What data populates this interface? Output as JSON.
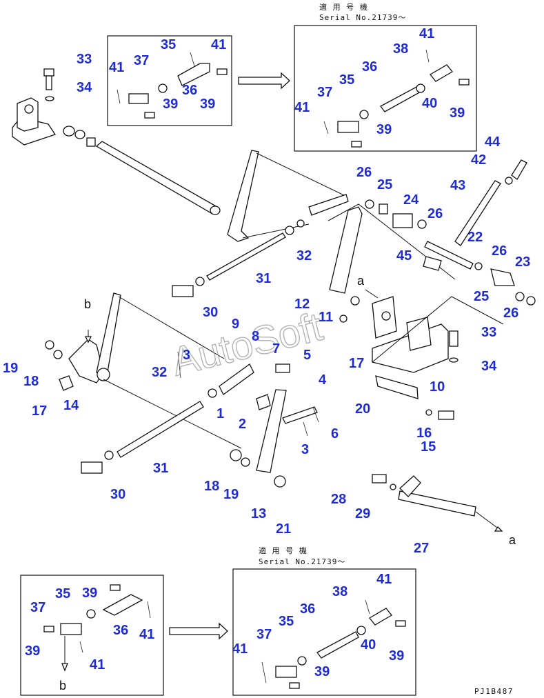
{
  "diagram": {
    "serial_header_top": {
      "jp": "適 用 号 機",
      "serial": "Serial No.21739～"
    },
    "serial_header_bottom": {
      "jp": "適 用 号 機",
      "serial": "Serial No.21739～"
    },
    "watermark": "AutoSoft",
    "drawing_code": "PJ1B487",
    "letter_marks": [
      "a",
      "b",
      "b",
      "a"
    ],
    "callouts": [
      {
        "id": "c33a",
        "label": "33"
      },
      {
        "id": "c34a",
        "label": "34"
      },
      {
        "id": "c41a",
        "label": "41"
      },
      {
        "id": "c37a",
        "label": "37"
      },
      {
        "id": "c35a",
        "label": "35"
      },
      {
        "id": "c41b",
        "label": "41"
      },
      {
        "id": "c36a",
        "label": "36"
      },
      {
        "id": "c39a",
        "label": "39"
      },
      {
        "id": "c39b",
        "label": "39"
      },
      {
        "id": "c41c",
        "label": "41"
      },
      {
        "id": "c38a",
        "label": "38"
      },
      {
        "id": "c36b",
        "label": "36"
      },
      {
        "id": "c35b",
        "label": "35"
      },
      {
        "id": "c37b",
        "label": "37"
      },
      {
        "id": "c41d",
        "label": "41"
      },
      {
        "id": "c40a",
        "label": "40"
      },
      {
        "id": "c39c",
        "label": "39"
      },
      {
        "id": "c39d",
        "label": "39"
      },
      {
        "id": "c44",
        "label": "44"
      },
      {
        "id": "c42",
        "label": "42"
      },
      {
        "id": "c43",
        "label": "43"
      },
      {
        "id": "c26a",
        "label": "26"
      },
      {
        "id": "c25a",
        "label": "25"
      },
      {
        "id": "c24",
        "label": "24"
      },
      {
        "id": "c26b",
        "label": "26"
      },
      {
        "id": "c22",
        "label": "22"
      },
      {
        "id": "c45",
        "label": "45"
      },
      {
        "id": "c26c",
        "label": "26"
      },
      {
        "id": "c23",
        "label": "23"
      },
      {
        "id": "c25b",
        "label": "25"
      },
      {
        "id": "c26d",
        "label": "26"
      },
      {
        "id": "c32a",
        "label": "32"
      },
      {
        "id": "c31a",
        "label": "31"
      },
      {
        "id": "c30a",
        "label": "30"
      },
      {
        "id": "c12",
        "label": "12"
      },
      {
        "id": "c11",
        "label": "11"
      },
      {
        "id": "c33b",
        "label": "33"
      },
      {
        "id": "c34b",
        "label": "34"
      },
      {
        "id": "c17a",
        "label": "17"
      },
      {
        "id": "c10",
        "label": "10"
      },
      {
        "id": "c9",
        "label": "9"
      },
      {
        "id": "c8",
        "label": "8"
      },
      {
        "id": "c7",
        "label": "7"
      },
      {
        "id": "c5",
        "label": "5"
      },
      {
        "id": "c3a",
        "label": "3"
      },
      {
        "id": "c32b",
        "label": "32"
      },
      {
        "id": "c19a",
        "label": "19"
      },
      {
        "id": "c18a",
        "label": "18"
      },
      {
        "id": "c17b",
        "label": "17"
      },
      {
        "id": "c14",
        "label": "14"
      },
      {
        "id": "c1",
        "label": "1"
      },
      {
        "id": "c2",
        "label": "2"
      },
      {
        "id": "c4",
        "label": "4"
      },
      {
        "id": "c6",
        "label": "6"
      },
      {
        "id": "c3b",
        "label": "3"
      },
      {
        "id": "c20",
        "label": "20"
      },
      {
        "id": "c16",
        "label": "16"
      },
      {
        "id": "c15",
        "label": "15"
      },
      {
        "id": "c31b",
        "label": "31"
      },
      {
        "id": "c30b",
        "label": "30"
      },
      {
        "id": "c18b",
        "label": "18"
      },
      {
        "id": "c19b",
        "label": "19"
      },
      {
        "id": "c13",
        "label": "13"
      },
      {
        "id": "c21",
        "label": "21"
      },
      {
        "id": "c28",
        "label": "28"
      },
      {
        "id": "c29",
        "label": "29"
      },
      {
        "id": "c27",
        "label": "27"
      },
      {
        "id": "c35c",
        "label": "35"
      },
      {
        "id": "c39e",
        "label": "39"
      },
      {
        "id": "c37c",
        "label": "37"
      },
      {
        "id": "c36c",
        "label": "36"
      },
      {
        "id": "c41e",
        "label": "41"
      },
      {
        "id": "c39f",
        "label": "39"
      },
      {
        "id": "c41f",
        "label": "41"
      },
      {
        "id": "c38b",
        "label": "38"
      },
      {
        "id": "c41g",
        "label": "41"
      },
      {
        "id": "c36d",
        "label": "36"
      },
      {
        "id": "c35d",
        "label": "35"
      },
      {
        "id": "c37d",
        "label": "37"
      },
      {
        "id": "c41h",
        "label": "41"
      },
      {
        "id": "c40b",
        "label": "40"
      },
      {
        "id": "c39g",
        "label": "39"
      },
      {
        "id": "c39h",
        "label": "39"
      }
    ]
  }
}
